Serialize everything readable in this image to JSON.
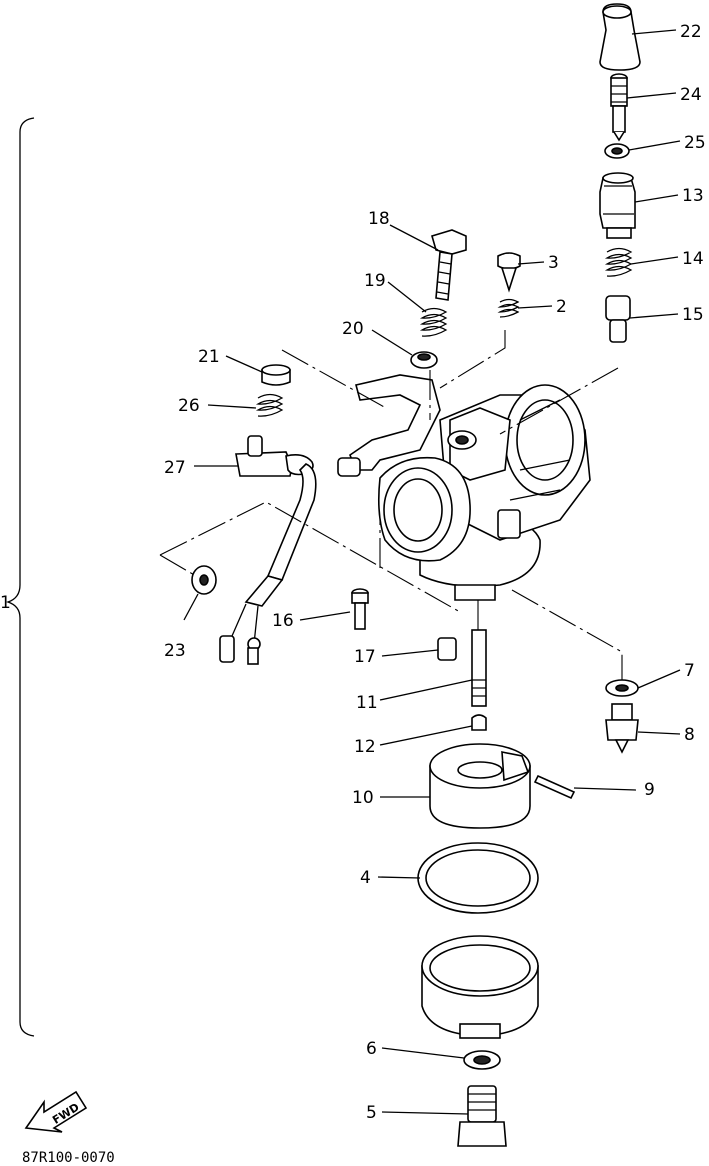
{
  "diagram": {
    "caption": "87R100-0070",
    "fwd_label": "FWD",
    "assembly_number": "1",
    "callouts": {
      "c2": "2",
      "c3": "3",
      "c4": "4",
      "c5": "5",
      "c6": "6",
      "c7": "7",
      "c8": "8",
      "c9": "9",
      "c10": "10",
      "c11": "11",
      "c12": "12",
      "c13": "13",
      "c14": "14",
      "c15": "15",
      "c16": "16",
      "c17": "17",
      "c18": "18",
      "c19": "19",
      "c20": "20",
      "c21": "21",
      "c22": "22",
      "c23": "23",
      "c24": "24",
      "c25": "25",
      "c26": "26",
      "c27": "27"
    }
  }
}
